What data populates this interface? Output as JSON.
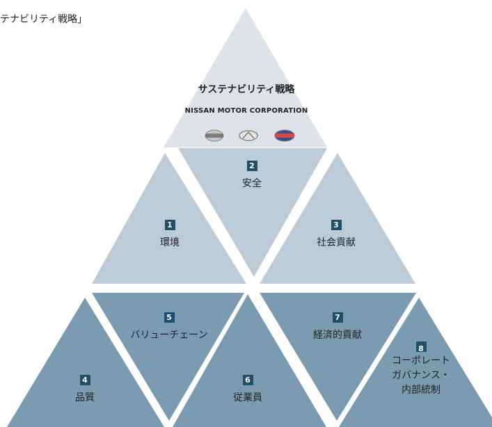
{
  "caption": "テナビリティ戦略」",
  "top": {
    "title": "サステナビリティ戦略",
    "corporation": "NISSAN MOTOR CORPORATION",
    "logos": [
      "NISSAN",
      "INFINITI",
      "DATSUN"
    ]
  },
  "colors": {
    "top_triangle": "#dde3ea",
    "light": "#bccbd8",
    "dark": "#7b9bb1",
    "number_bg": "#1f4e6b"
  },
  "items": [
    {
      "num": "1",
      "label": "環境"
    },
    {
      "num": "2",
      "label": "安全"
    },
    {
      "num": "3",
      "label": "社会貢献"
    },
    {
      "num": "4",
      "label": "品質"
    },
    {
      "num": "5",
      "label": "バリューチェーン"
    },
    {
      "num": "6",
      "label": "従業員"
    },
    {
      "num": "7",
      "label": "経済的貢献"
    },
    {
      "num": "8",
      "label_lines": [
        "コーポレート",
        "ガバナンス・",
        "内部統制"
      ]
    }
  ]
}
